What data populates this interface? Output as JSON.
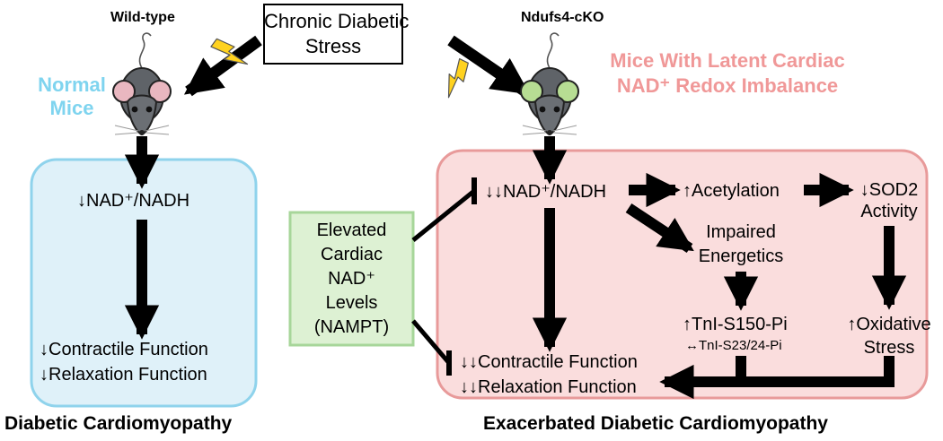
{
  "colors": {
    "blue_fill": "#dff1f9",
    "blue_border": "#8fd3ec",
    "pink_fill": "#fadddd",
    "pink_border": "#e89a9a",
    "green_fill": "#ddf1d3",
    "green_border": "#a7d69a",
    "blue_text": "#7fd4ef",
    "pink_text": "#f09898",
    "bolt": "#ffd21f",
    "arrow": "#000000"
  },
  "icons": {
    "mouse_wt": "mouse-icon",
    "mouse_ko": "mouse-icon",
    "lightning": "lightning-bolt-icon"
  },
  "top": {
    "stress_label": "Chronic Diabetic Stress",
    "stress_line1": "Chronic Diabetic",
    "stress_line2": "Stress"
  },
  "left": {
    "genotype": "Wild-type",
    "group_line1": "Normal",
    "group_line2": "Mice",
    "nad": "↓NAD⁺/NADH",
    "contractile": "↓Contractile Function",
    "relaxation": "↓Relaxation Function",
    "outcome": "Diabetic Cardiomyopathy"
  },
  "right": {
    "genotype": "Ndufs4-cKO",
    "group_line1": "Mice With Latent Cardiac",
    "group_line2": "NAD⁺ Redox Imbalance",
    "nad": "↓↓NAD⁺/NADH",
    "acetylation": "↑Acetylation",
    "sod2_line1": "↓SOD2",
    "sod2_line2": "Activity",
    "energetics_line1": "Impaired",
    "energetics_line2": "Energetics",
    "tni_s150": "↑TnI-S150-Pi",
    "tni_s23": "↔TnI-S23/24-Pi",
    "oxidative_line1": "↑Oxidative",
    "oxidative_line2": "Stress",
    "contractile": "↓↓Contractile Function",
    "relaxation": "↓↓Relaxation Function",
    "outcome": "Exacerbated Diabetic Cardiomyopathy"
  },
  "intervention": {
    "line1": "Elevated",
    "line2": "Cardiac",
    "line3": "NAD⁺",
    "line4": "Levels",
    "line5": "(NAMPT)"
  }
}
